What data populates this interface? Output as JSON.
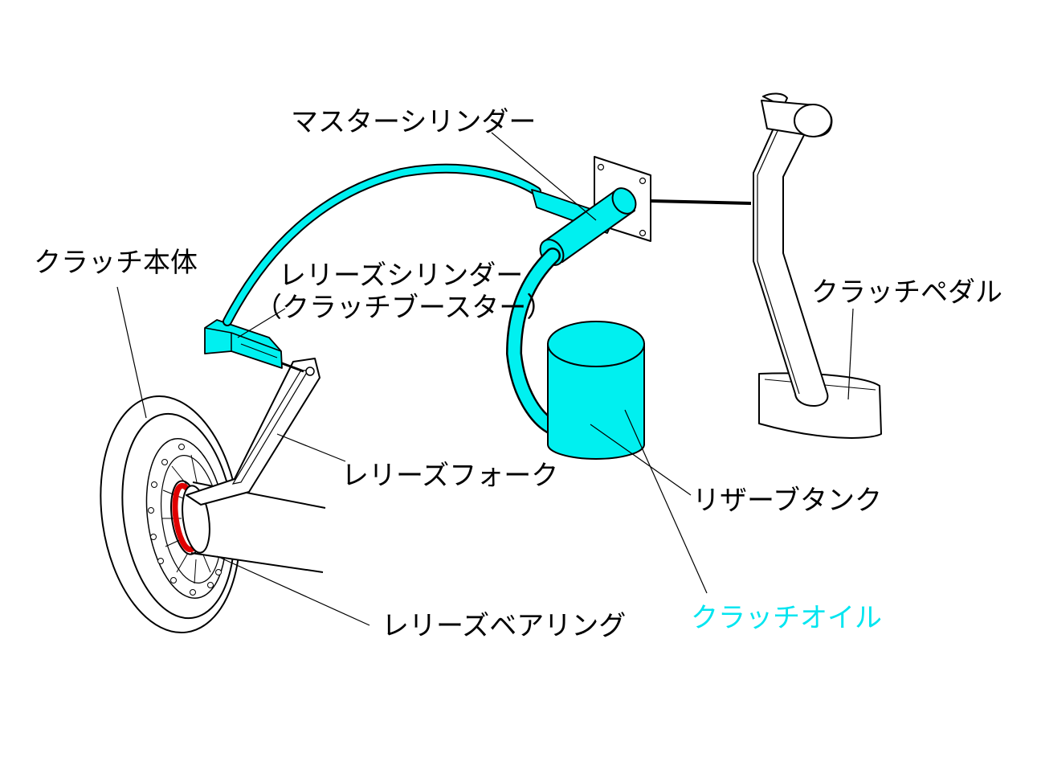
{
  "labels": {
    "master_cylinder": "マスターシリンダー",
    "clutch_body": "クラッチ本体",
    "release_cylinder": "レリーズシリンダー",
    "release_cylinder_note": "（クラッチブースター）",
    "clutch_pedal": "クラッチペダル",
    "release_fork": "レリーズフォーク",
    "reservoir_tank": "リザーブタンク",
    "clutch_oil": "クラッチオイル",
    "release_bearing": "レリーズベアリング"
  },
  "colors": {
    "oil": "#00f0f0",
    "oil_label": "#00e5f0",
    "bearing": "#e00000",
    "outline": "#000000",
    "background": "#ffffff"
  }
}
